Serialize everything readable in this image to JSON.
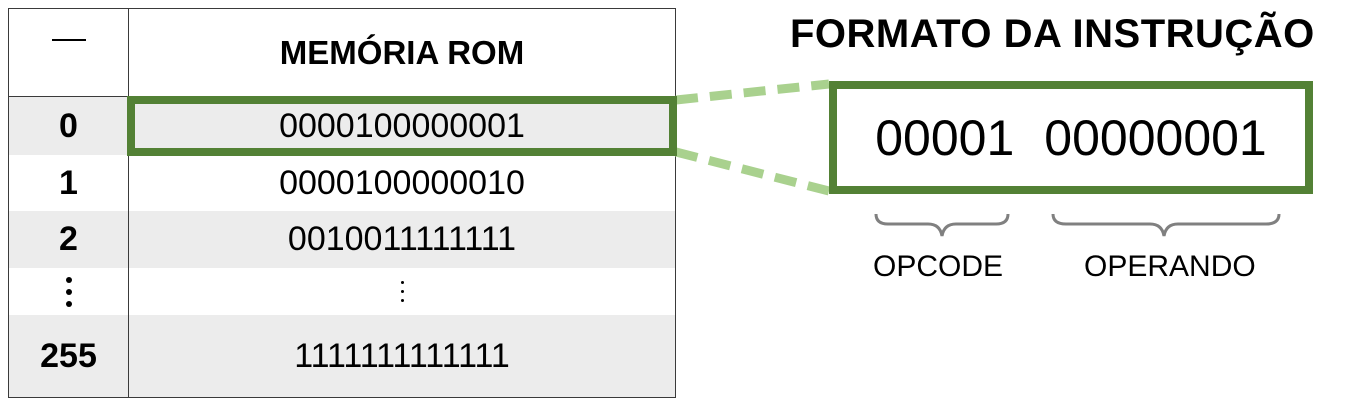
{
  "table": {
    "header": {
      "addr_symbol": "—",
      "title": "MEMÓRIA ROM"
    },
    "rows": [
      {
        "addr": "0",
        "value": "0000100000001"
      },
      {
        "addr": "1",
        "value": "0000100000010"
      },
      {
        "addr": "2",
        "value": "0010011111111"
      },
      {
        "addr": "⋮",
        "value": "⋮"
      },
      {
        "addr": "255",
        "value": "1111111111111"
      }
    ]
  },
  "instruction": {
    "title": "FORMATO DA INSTRUÇÃO",
    "opcode_bits": "00001",
    "operand_bits": "00000001",
    "opcode_label": "OPCODE",
    "operand_label": "OPERANDO"
  },
  "colors": {
    "highlight_border": "#538135",
    "dashed_connector": "#a9d18e",
    "brace": "#808080",
    "row_shade": "#ececec"
  }
}
